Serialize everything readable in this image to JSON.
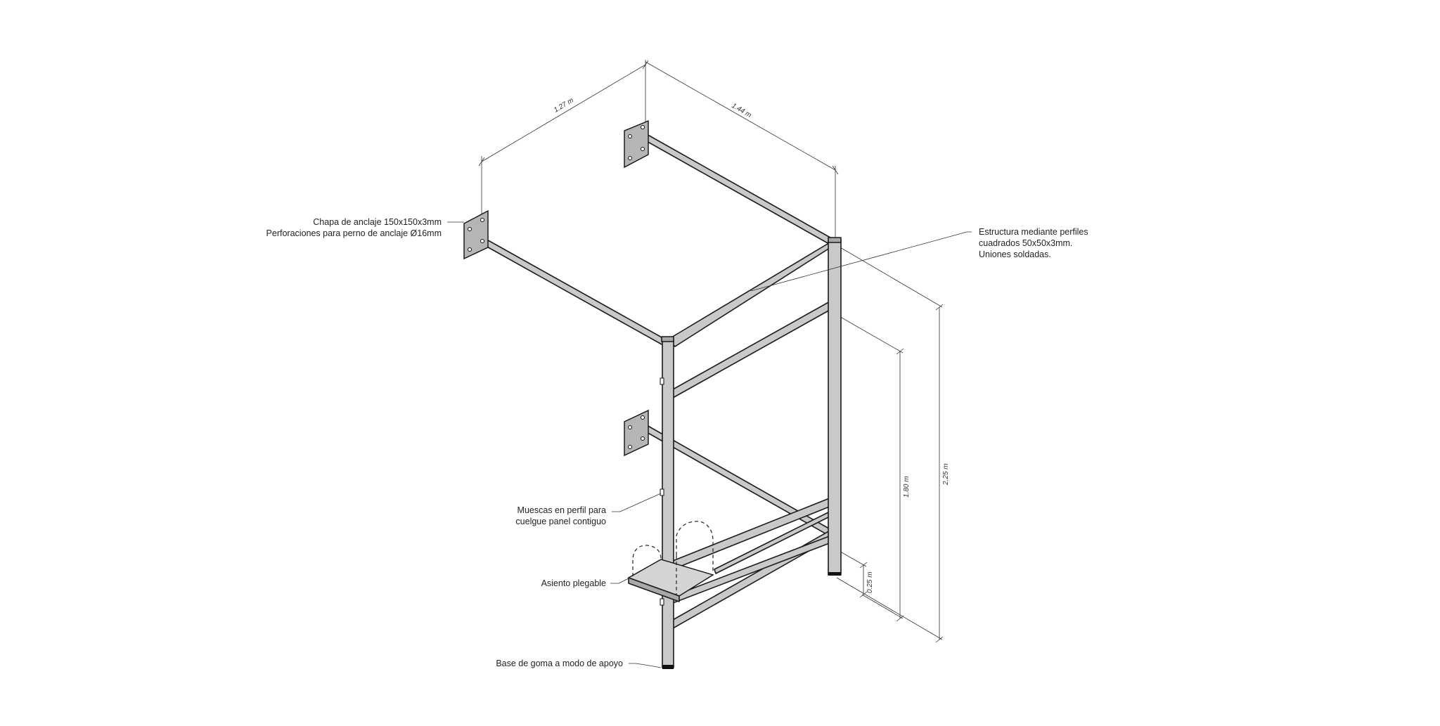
{
  "annotations": {
    "plate_line1": "Chapa de anclaje 150x150x3mm",
    "plate_line2": "Perforaciones para perno de anclaje Ø16mm",
    "structure_line1": "Estructura mediante perfiles",
    "structure_line2": "cuadrados 50x50x3mm.",
    "structure_line3": "Uniones soldadas.",
    "notches_line1": "Muescas en perfil para",
    "notches_line2": "cuelgue panel contiguo",
    "seat": "Asiento plegable",
    "base": "Base de goma a modo de apoyo"
  },
  "dimensions": {
    "depth": "1.27 m",
    "width": "1.44 m",
    "height_total": "2.25 m",
    "height_mid": "1.80 m",
    "height_seat": "0.25 m"
  },
  "colors": {
    "steel": "#c9c9c9",
    "plate": "#b5b5b5",
    "line": "#1a1a1a"
  }
}
